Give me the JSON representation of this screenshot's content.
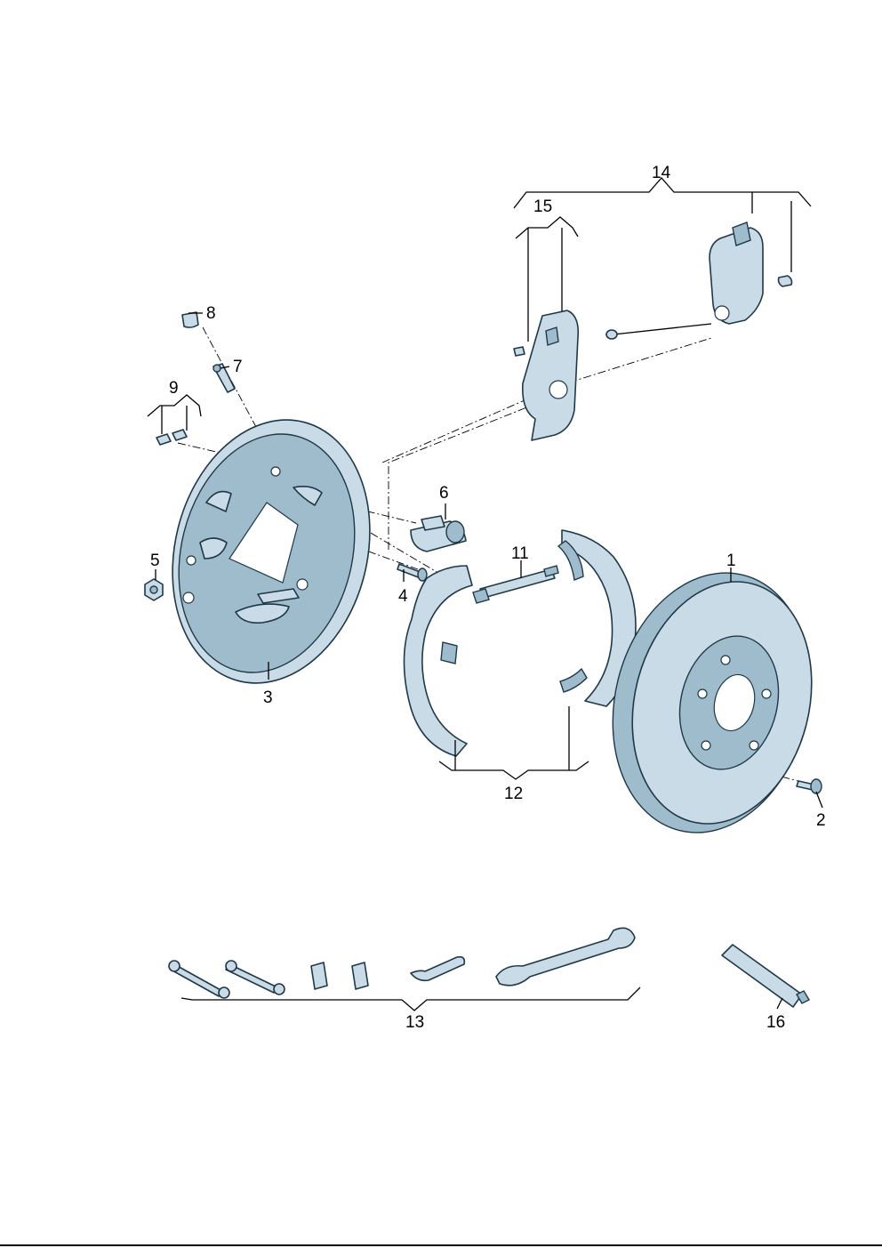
{
  "callouts": [
    {
      "id": "1",
      "text": "1"
    },
    {
      "id": "2",
      "text": "2"
    },
    {
      "id": "3",
      "text": "3"
    },
    {
      "id": "4",
      "text": "4"
    },
    {
      "id": "5",
      "text": "5"
    },
    {
      "id": "6",
      "text": "6"
    },
    {
      "id": "7",
      "text": "7"
    },
    {
      "id": "8",
      "text": "8"
    },
    {
      "id": "9",
      "text": "9"
    },
    {
      "id": "11",
      "text": "11"
    },
    {
      "id": "12",
      "text": "12"
    },
    {
      "id": "13",
      "text": "13"
    },
    {
      "id": "14",
      "text": "14"
    },
    {
      "id": "15",
      "text": "15"
    },
    {
      "id": "16",
      "text": "16"
    }
  ],
  "colors": {
    "part_fill": "#c9dbe6",
    "part_shade": "#9fbccd",
    "outline": "#1f3848"
  }
}
